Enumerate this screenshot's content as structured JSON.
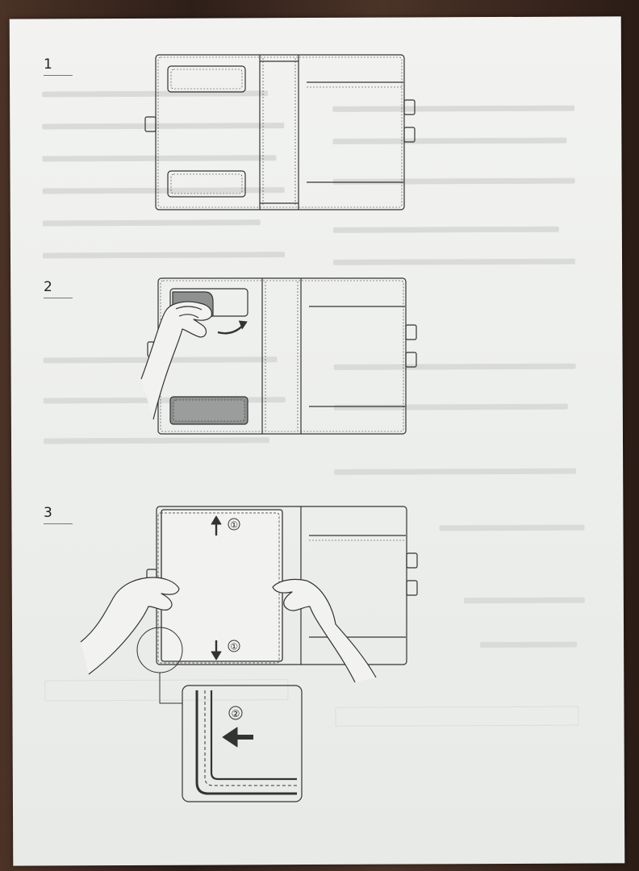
{
  "steps": [
    {
      "number": "1"
    },
    {
      "number": "2"
    },
    {
      "number": "3"
    }
  ],
  "callouts": {
    "pull_apart": "①",
    "push_in": "②"
  },
  "colors": {
    "paper": "#eef0ee",
    "line": "#333333",
    "shade": "#8f9090",
    "background": "#3a2a22"
  }
}
